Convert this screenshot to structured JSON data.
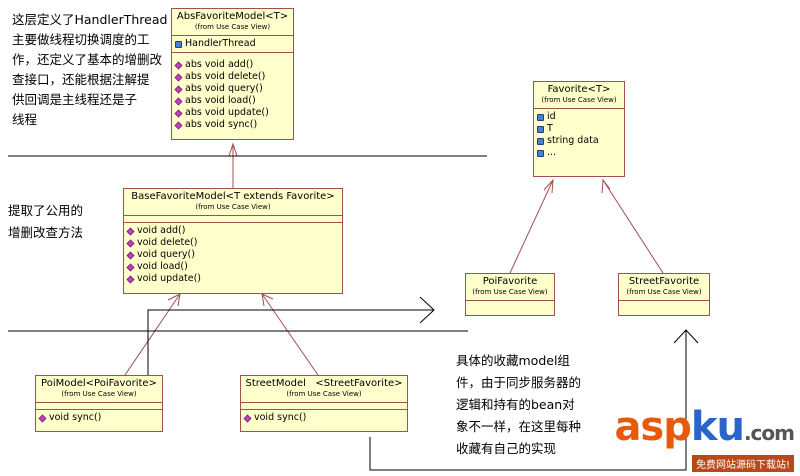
{
  "classes": {
    "abs": {
      "name": "AbsFavoriteModel<T>",
      "from": "(from Use Case View)",
      "attributes": [
        "HandlerThread"
      ],
      "operations": [
        "abs void add()",
        "abs void delete()",
        "abs void query()",
        "abs void load()",
        "abs void update()",
        "abs void sync()"
      ]
    },
    "favorite": {
      "name": "Favorite<T>",
      "from": "(from Use Case View)",
      "attributes": [
        "id",
        "T",
        "string data",
        "..."
      ]
    },
    "base": {
      "name": "BaseFavoriteModel<T extends Favorite>",
      "from": "(from Use Case View)",
      "operations": [
        "void add()",
        "void delete()",
        "void query()",
        "void load()",
        "void update()"
      ]
    },
    "poifav": {
      "name": "PoiFavorite",
      "from": "(from Use Case View)"
    },
    "streetfav": {
      "name": "StreetFavorite",
      "from": "(from Use Case View)"
    },
    "poimodel": {
      "name": "PoiModel<PoiFavorite>",
      "from": "(from Use Case View)",
      "operations": [
        "void sync()"
      ]
    },
    "streetmodel": {
      "name": "StreetModel   <StreetFavorite>",
      "from": "(from Use Case View)",
      "operations": [
        "void sync()"
      ]
    }
  },
  "notes": {
    "abs": [
      "这层定义了HandlerThread",
      "主要做线程切换调度的工",
      "作，还定义了基本的增删改",
      "查接口，还能根据注解提",
      "供回调是主线程还是子",
      "线程"
    ],
    "base": [
      "提取了公用的",
      "增删改查方法"
    ],
    "concrete": [
      "具体的收藏model组",
      "件，由于同步服务器的",
      "逻辑和持有的bean对",
      "象不一样，在这里每种",
      "收藏有自己的实现"
    ]
  },
  "watermark": {
    "logo_a": "asp",
    "logo_b": "ku",
    "logo_c": ".com",
    "sub": "免费网站源码下载站!"
  }
}
